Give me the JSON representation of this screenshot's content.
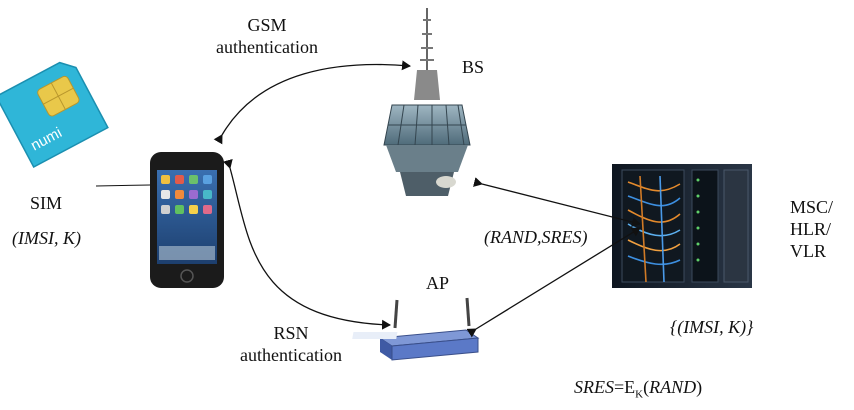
{
  "labels": {
    "gsm_line1": "GSM",
    "gsm_line2": "authentication",
    "bs": "BS",
    "sim": "SIM",
    "sim_params": "(IMSI, K)",
    "msc_line1": "MSC/",
    "msc_line2": "HLR/",
    "msc_line3": "VLR",
    "rand_sres": "(RAND,SRES)",
    "ap": "AP",
    "rsn_line1": "RSN",
    "rsn_line2": "authentication",
    "imsi_k_set": "{(IMSI, K)}",
    "sres_formula": {
      "lhs": "SRES",
      "eq": "=E",
      "sub": "K",
      "arg_open": "(",
      "arg": "RAND",
      "arg_close": ")"
    }
  },
  "sim_card_brand": "numi",
  "colors": {
    "sim_card": "#2fb6d8",
    "sim_chip": "#e9c84a",
    "phone_body": "#1b1b1b",
    "router_body": "#5b79c7",
    "server_rack": "#1a2430",
    "tower_glass": "#6d8c9c",
    "arrow": "#111111"
  }
}
